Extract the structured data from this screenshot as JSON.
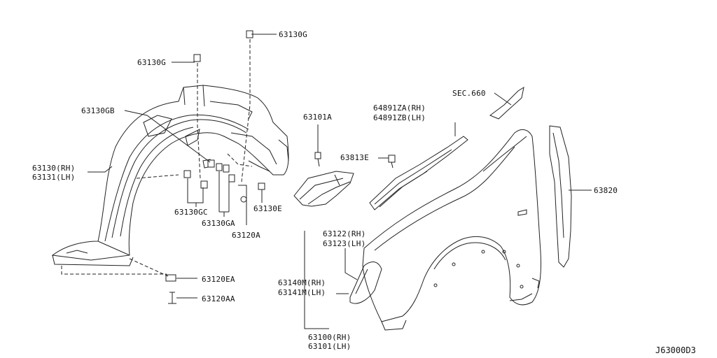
{
  "diagram": {
    "parts": {
      "p63130g_top": "63130G",
      "p63130g_left": "63130G",
      "p63130gb": "63130GB",
      "p63130_rh": "63130(RH)",
      "p63131_lh": "63131(LH)",
      "p63130gc": "63130GC",
      "p63130ga": "63130GA",
      "p63120a": "63120A",
      "p63130e": "63130E",
      "p63101a": "63101A",
      "p63813e": "63813E",
      "p64891za": "64891ZA(RH)",
      "p64891zb": "64891ZB(LH)",
      "sec660": "SEC.660",
      "p63820": "63820",
      "p63122_rh": "63122(RH)",
      "p63123_lh": "63123(LH)",
      "p63140m_rh": "63140M(RH)",
      "p63141m_lh": "63141M(LH)",
      "p63120ea": "63120EA",
      "p63120aa": "63120AA",
      "p63100_rh": "63100(RH)",
      "p63101_lh": "63101(LH)"
    },
    "diagram_code": "J63000D3"
  }
}
